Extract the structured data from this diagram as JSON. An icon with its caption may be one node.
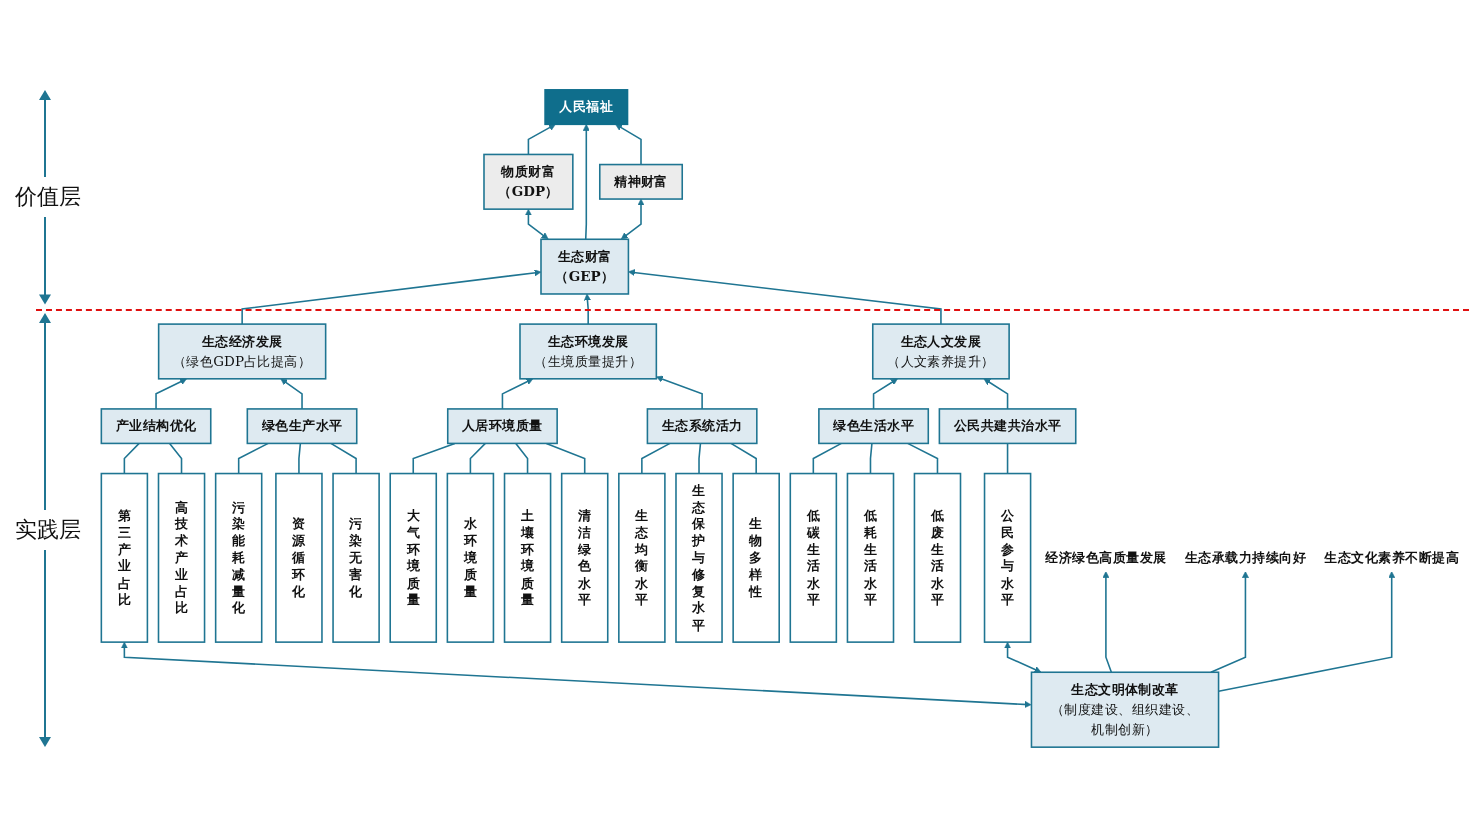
{
  "diagram": {
    "nodes": [
      {
        "text": [
          "人民福祉"
        ]
      },
      {
        "text": [
          "物质财富",
          "（GDP）"
        ]
      },
      {
        "text": [
          "生态财富",
          "（GEP）"
        ]
      },
      {
        "text": [
          "精神财富"
        ]
      },
      {
        "text": [
          "生态经济发展",
          "（绿色GDP占比提高）"
        ]
      },
      {
        "text": [
          "生态环境发展",
          "（生境质量提升）"
        ]
      },
      {
        "text": [
          "生态人文发展",
          "（人文素养提升）"
        ]
      },
      {
        "text": [
          "产业结构优化"
        ]
      },
      {
        "text": [
          "绿色生产水平"
        ]
      },
      {
        "text": [
          "人居环境质量"
        ]
      },
      {
        "text": [
          "生态系统活力"
        ]
      },
      {
        "text": [
          "绿色生活水平"
        ]
      },
      {
        "text": [
          "公民共建共治水平"
        ]
      },
      {
        "text": [
          "第三产业占比"
        ]
      },
      {
        "text": [
          "高技术产业占比"
        ]
      },
      {
        "text": [
          "污染能耗减量化"
        ]
      },
      {
        "text": [
          "资源循环化"
        ]
      },
      {
        "text": [
          "污染无害化"
        ]
      },
      {
        "text": [
          "大气环境质量"
        ]
      },
      {
        "text": [
          "水环境质量"
        ]
      },
      {
        "text": [
          "土壤环境质量"
        ]
      },
      {
        "text": [
          "清洁绿色水平"
        ]
      },
      {
        "text": [
          "生态均衡水平"
        ]
      },
      {
        "text": [
          "生态保护与修复水平"
        ]
      },
      {
        "text": [
          "生物多样性"
        ]
      },
      {
        "text": [
          "低碳生活水平"
        ]
      },
      {
        "text": [
          "低耗生活水平"
        ]
      },
      {
        "text": [
          "低废生活水平"
        ]
      },
      {
        "text": [
          "公民参与水平"
        ]
      },
      {
        "text": [
          "生态文明体制改革",
          "（制度建设、组织建设、机制创新）"
        ]
      },
      {
        "text": [
          "经济绿色高质量发展"
        ]
      },
      {
        "text": [
          "生态承载力持续向好"
        ]
      },
      {
        "text": [
          "生态文化素养不断提高"
        ]
      }
    ],
    "edges": [
      {
        "from": 1,
        "to": 0,
        "arrow": "to"
      },
      {
        "from": 2,
        "to": 0,
        "arrow": "to"
      },
      {
        "from": 3,
        "to": 0,
        "arrow": "to"
      },
      {
        "from": 2,
        "to": 1,
        "arrow": "both"
      },
      {
        "from": 2,
        "to": 3,
        "arrow": "both"
      },
      {
        "from": 4,
        "to": 2,
        "arrow": "to"
      },
      {
        "from": 5,
        "to": 2,
        "arrow": "to"
      },
      {
        "from": 6,
        "to": 2,
        "arrow": "to"
      },
      {
        "from": 7,
        "to": 4,
        "arrow": "to"
      },
      {
        "from": 8,
        "to": 4,
        "arrow": "to"
      },
      {
        "from": 9,
        "to": 5,
        "arrow": "to"
      },
      {
        "from": 10,
        "to": 5,
        "arrow": "to"
      },
      {
        "from": 11,
        "to": 6,
        "arrow": "to"
      },
      {
        "from": 12,
        "to": 6,
        "arrow": "to"
      },
      {
        "from": 13,
        "to": 7,
        "arrow": "none"
      },
      {
        "from": 14,
        "to": 7,
        "arrow": "none"
      },
      {
        "from": 15,
        "to": 8,
        "arrow": "none"
      },
      {
        "from": 16,
        "to": 8,
        "arrow": "none"
      },
      {
        "from": 17,
        "to": 8,
        "arrow": "none"
      },
      {
        "from": 18,
        "to": 9,
        "arrow": "none"
      },
      {
        "from": 19,
        "to": 9,
        "arrow": "none"
      },
      {
        "from": 20,
        "to": 9,
        "arrow": "none"
      },
      {
        "from": 21,
        "to": 9,
        "arrow": "none"
      },
      {
        "from": 22,
        "to": 10,
        "arrow": "none"
      },
      {
        "from": 23,
        "to": 10,
        "arrow": "none"
      },
      {
        "from": 24,
        "to": 10,
        "arrow": "none"
      },
      {
        "from": 25,
        "to": 11,
        "arrow": "none"
      },
      {
        "from": 26,
        "to": 11,
        "arrow": "none"
      },
      {
        "from": 27,
        "to": 11,
        "arrow": "none"
      },
      {
        "from": 28,
        "to": 12,
        "arrow": "none"
      },
      {
        "from": 29,
        "to": 13,
        "arrow": "both"
      },
      {
        "from": 29,
        "to": 28,
        "arrow": "both"
      },
      {
        "from": 29,
        "to": 30,
        "arrow": "to"
      },
      {
        "from": 29,
        "to": 31,
        "arrow": "to"
      },
      {
        "from": 29,
        "to": 32,
        "arrow": "to"
      }
    ],
    "labels": [
      "价值层",
      "实践层"
    ]
  }
}
